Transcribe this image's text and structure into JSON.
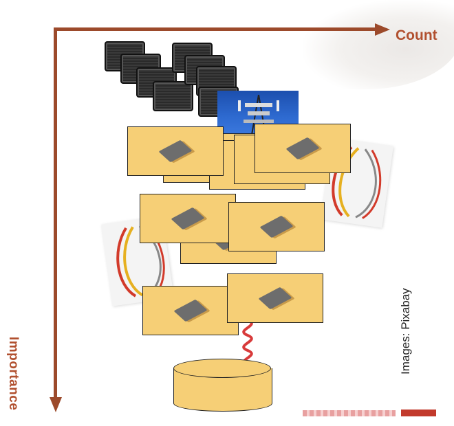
{
  "axes": {
    "horizontal_label": "Count",
    "vertical_label": "Importance",
    "color": "#9c4a2b",
    "label_color": "#b1502f"
  },
  "credit": "Images: Pixabay",
  "colors": {
    "box_fill": "#f6cf76",
    "tower_sky": "#2e6ad0",
    "brand_red": "#c23a2c"
  }
}
